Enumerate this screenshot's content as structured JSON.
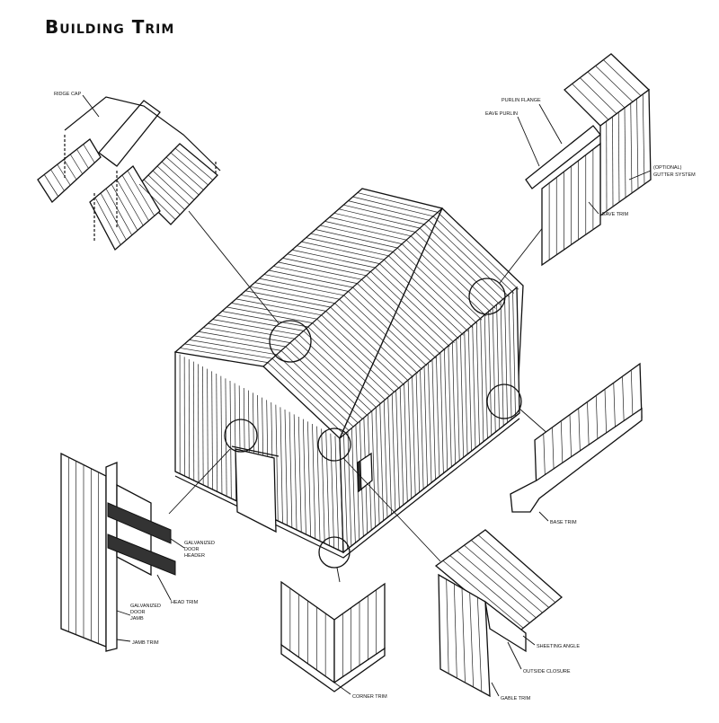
{
  "title": "Building Trim",
  "labels": {
    "ridge_cap": "RIDGE CAP",
    "purlin_flange": "PURLIN FLANGE",
    "eave_purlin": "EAVE PURLIN",
    "optional_gutter_1": "(OPTIONAL)",
    "optional_gutter_2": "GUTTER SYSTEM",
    "eave_trim": "EAVE TRIM",
    "door_header_1": "GALVANIZED",
    "door_header_2": "DOOR",
    "door_header_3": "HEADER",
    "head_trim": "HEAD TRIM",
    "door_jamb_1": "GALVANIZED",
    "door_jamb_2": "DOOR",
    "door_jamb_3": "JAMB",
    "jamb_trim": "JAMB TRIM",
    "base_trim": "BASE TRIM",
    "corner_trim": "CORNER TRIM",
    "sheeting_angle": "SHEETING ANGLE",
    "outside_closure": "OUTSIDE CLOSURE",
    "gable_trim": "GABLE TRIM"
  }
}
